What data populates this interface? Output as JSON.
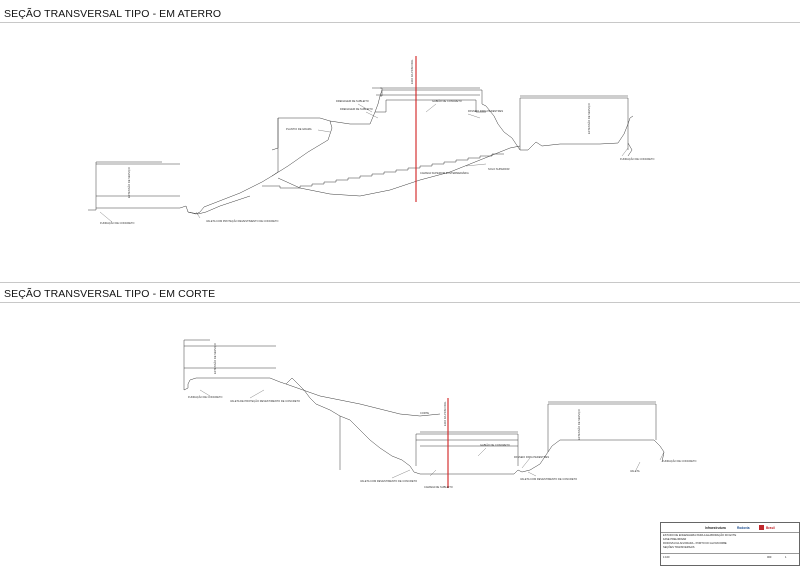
{
  "sections": [
    {
      "title": "SEÇÃO TRANSVERSAL TIPO - EM ATERRO",
      "labels": {
        "drenagem_left": "DRENAGEM DE SUBLEITO",
        "drenagem_left2": "DRENAGEM DE SUBLEITO",
        "gabiao": "GABIÃO DE CONCRETO",
        "passeio": "PASSEIO PARA PEDESTRES",
        "plantio": "PLANTIO DE GRAMA",
        "camada": "CAMADA SUPERIOR E INTERMEDIÁRIA",
        "solo_sup": "SOLO SUPERIOR",
        "fundacao_left": "FUNDAÇÃO DE CONCRETO",
        "valeta": "VALETA COM PROTEÇÃO REVESTIMENTO DE CONCRETO",
        "fundacao_right": "FUNDAÇÃO DE CONCRETO",
        "eixo": "EIXO DA PRINCIPAL",
        "extensao_left": "EXTENSÃO DE SERVIÇO",
        "extensao_right": "EXTENSÃO DE SERVIÇO"
      }
    },
    {
      "title": "SEÇÃO TRANSVERSAL TIPO - EM CORTE",
      "labels": {
        "fundacao_left": "FUNDAÇÃO DE CONCRETO",
        "valeta_left": "VALETA DE PROTEÇÃO REVESTIMENTO DE CONCRETO",
        "valeta_center": "VALETA COM REVESTIMENTO DE CONCRETO",
        "camada": "CAMADA DE SUBLEITO",
        "gabiao": "GABIÃO DE CONCRETO",
        "passeio": "PASSEIO PARA PEDESTRES",
        "valeta_right": "VALETA COM REVESTIMENTO DE CONCRETO",
        "fundacao_right": "FUNDAÇÃO DE CONCRETO",
        "valeta_far": "VALETA",
        "eixo": "EIXO DA PRINCIPAL",
        "extensao_left": "EXTENSÃO DE SERVIÇO",
        "extensao_right": "EXTENSÃO DE SERVIÇO",
        "corte": "CORTE"
      }
    }
  ],
  "title_block": {
    "logo_a": "Infraestrutura",
    "logo_b": "Rodovia",
    "logo_c": "Brasil",
    "line1": "ESTUDO DE ENGENHARIA PARA A ELABORAÇÃO DO EVTE",
    "line2": "FASE PRELIMINAR",
    "line3": "RODOVIA DA ALVORADA - PORTO DO ALVO/CORBE",
    "line4": "SEÇÕES TRANSVERSAIS",
    "scale": "1:100",
    "sheet": "1",
    "code": "000"
  },
  "colors": {
    "line": "#3a3a3a",
    "axis": "#d21f1f",
    "title_rule": "#c8c8c8"
  }
}
